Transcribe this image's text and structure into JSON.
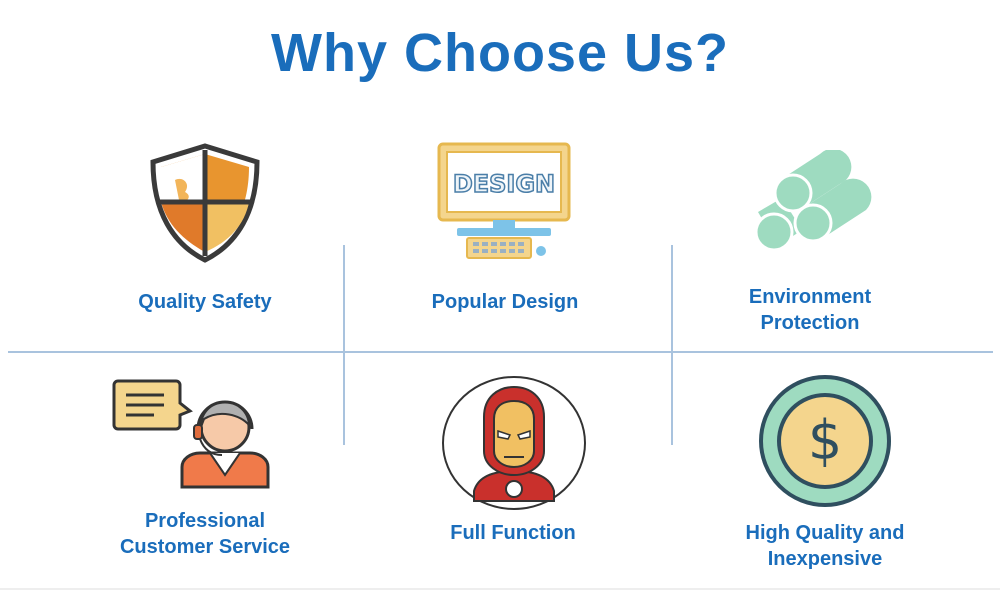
{
  "title": "Why Choose Us?",
  "features": [
    {
      "icon": "shield-icon",
      "lines": [
        "Quality Safety"
      ]
    },
    {
      "icon": "monitor-design-icon",
      "screen_text": "DESIGN",
      "lines": [
        "Popular Design"
      ]
    },
    {
      "icon": "pipes-icon",
      "lines": [
        "Environment",
        "Protection"
      ]
    },
    {
      "icon": "customer-service-icon",
      "lines": [
        "Professional",
        "Customer Service"
      ]
    },
    {
      "icon": "ironman-icon",
      "lines": [
        "Full Function"
      ]
    },
    {
      "icon": "dollar-coin-icon",
      "lines": [
        "High Quality and",
        "Inexpensive"
      ]
    }
  ],
  "colors": {
    "title": "#1a6dbb",
    "label": "#1a6dbb",
    "divider": "#a9c3de",
    "orange": "#e8952f",
    "green": "#9edbc0",
    "navy": "#2f4f5f"
  }
}
